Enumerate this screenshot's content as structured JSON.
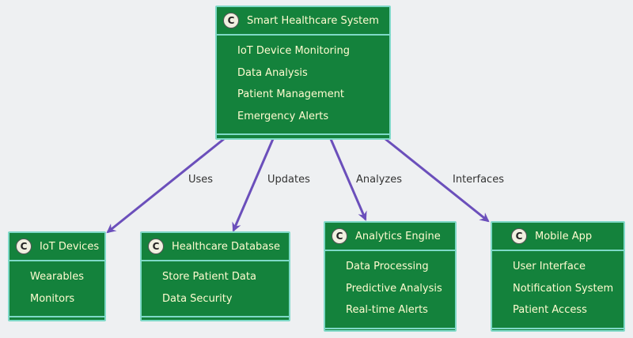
{
  "diagram": {
    "colors": {
      "box_fill": "#14823c",
      "box_border": "#7fd9c8",
      "text": "#fffbd0",
      "arrow": "#6b4fbb"
    },
    "badge": "C",
    "classes": {
      "smart_healthcare": {
        "title": "Smart Healthcare System",
        "items": [
          "IoT Device Monitoring",
          "Data Analysis",
          "Patient Management",
          "Emergency Alerts"
        ]
      },
      "iot_devices": {
        "title": "IoT Devices",
        "items": [
          "Wearables",
          "Monitors"
        ]
      },
      "healthcare_db": {
        "title": "Healthcare Database",
        "items": [
          "Store Patient Data",
          "Data Security"
        ]
      },
      "analytics": {
        "title": "Analytics Engine",
        "items": [
          "Data Processing",
          "Predictive Analysis",
          "Real-time Alerts"
        ]
      },
      "mobile_app": {
        "title": "Mobile App",
        "items": [
          "User Interface",
          "Notification System",
          "Patient Access"
        ]
      }
    },
    "relations": [
      {
        "label": "Uses",
        "from": "smart_healthcare",
        "to": "iot_devices"
      },
      {
        "label": "Updates",
        "from": "smart_healthcare",
        "to": "healthcare_db"
      },
      {
        "label": "Analyzes",
        "from": "smart_healthcare",
        "to": "analytics"
      },
      {
        "label": "Interfaces",
        "from": "smart_healthcare",
        "to": "mobile_app"
      }
    ]
  }
}
